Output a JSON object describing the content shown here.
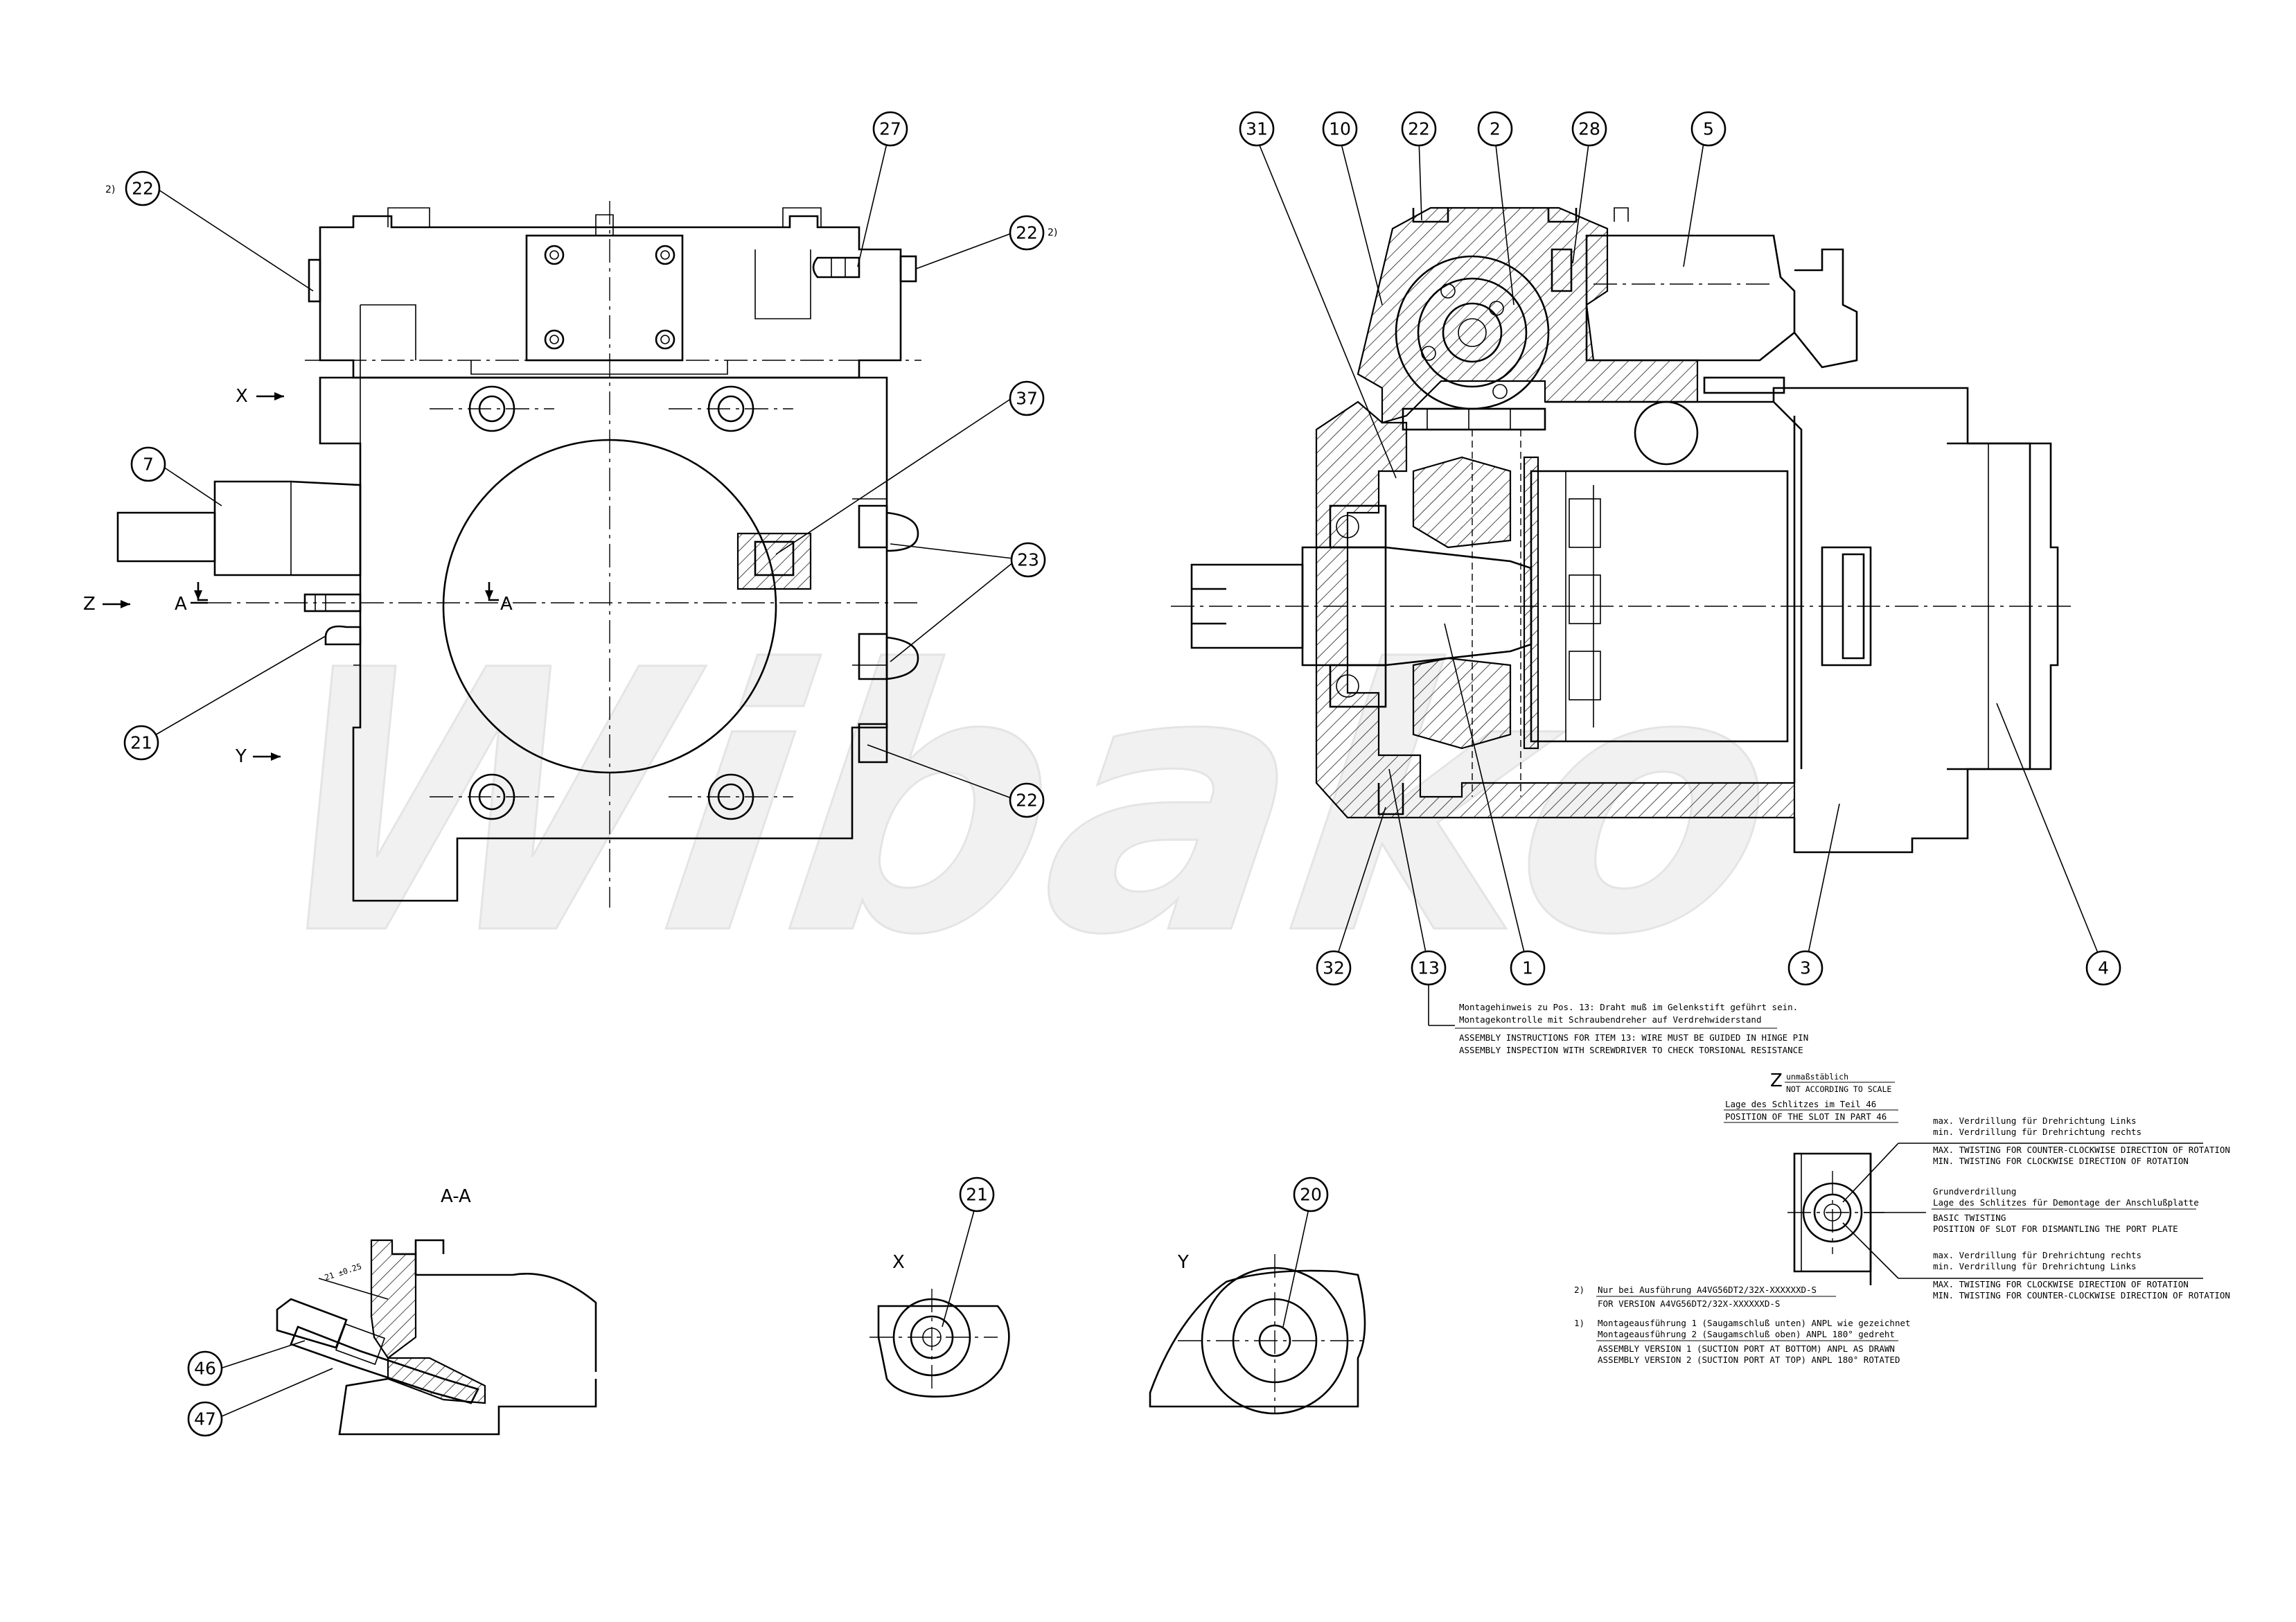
{
  "watermark": "Wibako",
  "view_labels": {
    "section": "A-A",
    "x_view": "X",
    "y_view": "Y",
    "z_view": "Z",
    "z_not_to_scale_de": "unmaßstäblich",
    "z_not_to_scale_en": "NOT ACCORDING TO SCALE"
  },
  "arrows": {
    "x": "X",
    "y": "Y",
    "z": "Z",
    "a_left": "A",
    "a_right": "A"
  },
  "footnote_marks": {
    "fm_22_left": "2)",
    "fm_22_right": "2)"
  },
  "balloons": {
    "front": {
      "b22a": "22",
      "b27": "27",
      "b22b": "22",
      "b37": "37",
      "b7": "7",
      "b23": "23",
      "b21": "21",
      "b22c": "22"
    },
    "side": {
      "b31": "31",
      "b10": "10",
      "b22": "22",
      "b2": "2",
      "b28": "28",
      "b5": "5",
      "b32": "32",
      "b13": "13",
      "b1": "1",
      "b3": "3",
      "b4": "4"
    },
    "details": {
      "b46": "46",
      "b47": "47",
      "b21": "21",
      "b20": "20"
    }
  },
  "dimension": "21 ±0.25",
  "notes": {
    "assembly_de_1": "Montagehinweis zu Pos. 13: Draht muß im Gelenkstift geführt sein.",
    "assembly_de_2": "Montagekontrolle mit Schraubendreher auf Verdrehwiderstand",
    "assembly_en_1": "ASSEMBLY INSTRUCTIONS FOR ITEM 13: WIRE MUST BE GUIDED IN HINGE PIN",
    "assembly_en_2": "ASSEMBLY INSPECTION WITH SCREWDRIVER TO CHECK TORSIONAL RESISTANCE",
    "slot_de": "Lage des Schlitzes im Teil 46",
    "slot_en": "POSITION OF THE SLOT IN PART 46",
    "max_left_de": "max. Verdrillung für Drehrichtung Links",
    "min_right_de": "min. Verdrillung für Drehrichtung rechts",
    "max_ccw_en": "MAX. TWISTING FOR COUNTER-CLOCKWISE DIRECTION OF ROTATION",
    "min_cw_en": "MIN. TWISTING FOR CLOCKWISE DIRECTION OF ROTATION",
    "basic_de": "Grundverdrillung",
    "slot_dismantle_de": "Lage des Schlitzes für Demontage der Anschlußplatte",
    "basic_en": "BASIC TWISTING",
    "slot_dismantle_en": "POSITION OF SLOT FOR DISMANTLING THE PORT PLATE",
    "max_right_de": "max. Verdrillung für Drehrichtung rechts",
    "min_left_de": "min. Verdrillung für Drehrichtung Links",
    "max_cw_en": "MAX. TWISTING FOR CLOCKWISE DIRECTION OF ROTATION",
    "min_ccw_en": "MIN. TWISTING FOR COUNTER-CLOCKWISE DIRECTION OF ROTATION",
    "fn2_mark": "2)",
    "fn2_de": "Nur bei Ausführung A4VG56DT2/32X-XXXXXXD-S",
    "fn2_en": "FOR VERSION A4VG56DT2/32X-XXXXXXD-S",
    "fn1_mark": "1)",
    "fn1_de_1": "Montageausführung 1 (Saugamschluß unten) ANPL wie gezeichnet",
    "fn1_de_2": "Montageausführung 2 (Saugamschluß oben) ANPL 180° gedreht",
    "fn1_en_1": "ASSEMBLY VERSION 1 (SUCTION PORT AT BOTTOM) ANPL AS DRAWN",
    "fn1_en_2": "ASSEMBLY VERSION 2 (SUCTION PORT AT TOP) ANPL 180° ROTATED"
  }
}
